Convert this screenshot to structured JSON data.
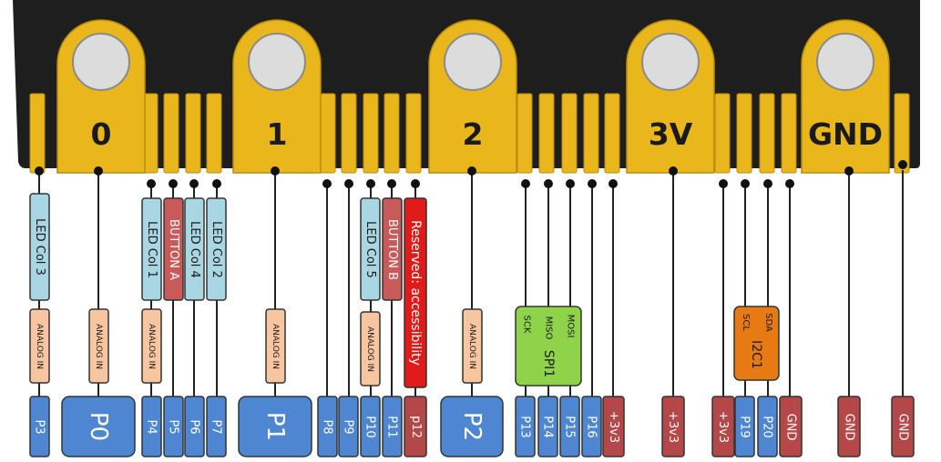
{
  "colors": {
    "board": "#1e1e1e",
    "gold": "#e9b61b",
    "gold_dark": "#b88a0a",
    "hole": "#d9d9d9",
    "led": "#a9d6e3",
    "button": "#c85a5a",
    "reserved": "#e11a1a",
    "analog": "#f7c6a1",
    "pin_blue": "#4f86d1",
    "power_red": "#b44747",
    "spi_green": "#8ed34a",
    "i2c_orange": "#e77a12"
  },
  "pads": {
    "p0": "0",
    "p1": "1",
    "p2": "2",
    "p3v": "3V",
    "pgnd": "GND"
  },
  "led": {
    "c3": "LED Col 3",
    "c1": "LED Col 1",
    "c4": "LED Col 4",
    "c2": "LED Col 2",
    "c5": "LED Col 5"
  },
  "buttons": {
    "a": "BUTTON A",
    "b": "BUTTON B"
  },
  "reserved": "Reserved: accessibility",
  "analog": "ANALOG IN",
  "spi": {
    "name": "SPI1",
    "sck": "SCK",
    "miso": "MISO",
    "mosi": "MOSI"
  },
  "i2c": {
    "name": "I2C1",
    "scl": "SCL",
    "sda": "SDA"
  },
  "pins": {
    "p3": "P3",
    "p0": "P0",
    "p4": "P4",
    "p5": "P5",
    "p6": "P6",
    "p7": "P7",
    "p1": "P1",
    "p8": "P8",
    "p9": "P9",
    "p10": "P10",
    "p11": "P11",
    "p12": "p12",
    "p2": "P2",
    "p13": "P13",
    "p14": "P14",
    "p15": "P15",
    "p16": "P16",
    "v3a": "+3v3",
    "v3b": "+3v3",
    "v3c": "+3v3",
    "p19": "P19",
    "p20": "P20",
    "gnd1": "GND",
    "gnd2": "GND",
    "gnd3": "GND"
  }
}
